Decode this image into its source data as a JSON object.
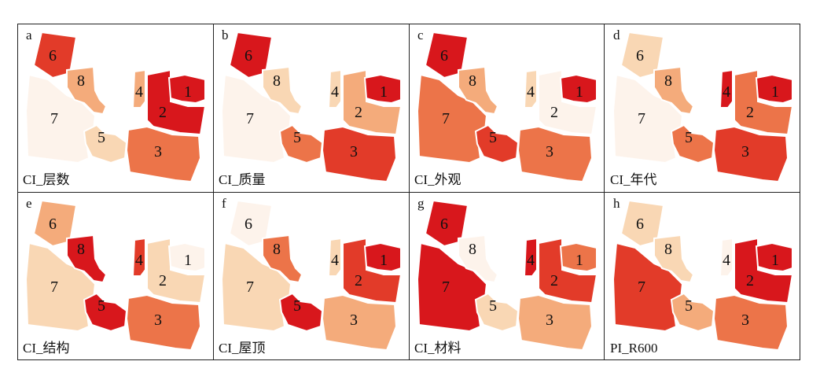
{
  "colors": {
    "c0": "#fdf3eb",
    "c1": "#f9d7b4",
    "c2": "#f4ab7b",
    "c3": "#ec7449",
    "c4": "#e23b29",
    "c5": "#d8171c"
  },
  "panels": [
    {
      "letter": "a",
      "caption": "CI_层数",
      "fills": {
        "1": "c5",
        "2": "c5",
        "3": "c3",
        "4": "c2",
        "5": "c1",
        "6": "c4",
        "7": "c0",
        "8": "c2"
      }
    },
    {
      "letter": "b",
      "caption": "CI_质量",
      "fills": {
        "1": "c5",
        "2": "c2",
        "3": "c4",
        "4": "c1",
        "5": "c3",
        "6": "c5",
        "7": "c0",
        "8": "c1"
      }
    },
    {
      "letter": "c",
      "caption": "CI_外观",
      "fills": {
        "1": "c5",
        "2": "c0",
        "3": "c3",
        "4": "c1",
        "5": "c4",
        "6": "c5",
        "7": "c3",
        "8": "c2"
      }
    },
    {
      "letter": "d",
      "caption": "CI_年代",
      "fills": {
        "1": "c5",
        "2": "c3",
        "3": "c4",
        "4": "c5",
        "5": "c3",
        "6": "c1",
        "7": "c0",
        "8": "c2"
      }
    },
    {
      "letter": "e",
      "caption": "CI_结构",
      "fills": {
        "1": "c0",
        "2": "c1",
        "3": "c3",
        "4": "c4",
        "5": "c5",
        "6": "c2",
        "7": "c1",
        "8": "c5"
      }
    },
    {
      "letter": "f",
      "caption": "CI_屋顶",
      "fills": {
        "1": "c5",
        "2": "c4",
        "3": "c2",
        "4": "c1",
        "5": "c5",
        "6": "c0",
        "7": "c1",
        "8": "c3"
      }
    },
    {
      "letter": "g",
      "caption": "CI_材料",
      "fills": {
        "1": "c3",
        "2": "c4",
        "3": "c2",
        "4": "c5",
        "5": "c1",
        "6": "c5",
        "7": "c5",
        "8": "c0"
      }
    },
    {
      "letter": "h",
      "caption": "PI_R600",
      "fills": {
        "1": "c5",
        "2": "c5",
        "3": "c3",
        "4": "c0",
        "5": "c2",
        "6": "c1",
        "7": "c4",
        "8": "c1"
      }
    }
  ]
}
